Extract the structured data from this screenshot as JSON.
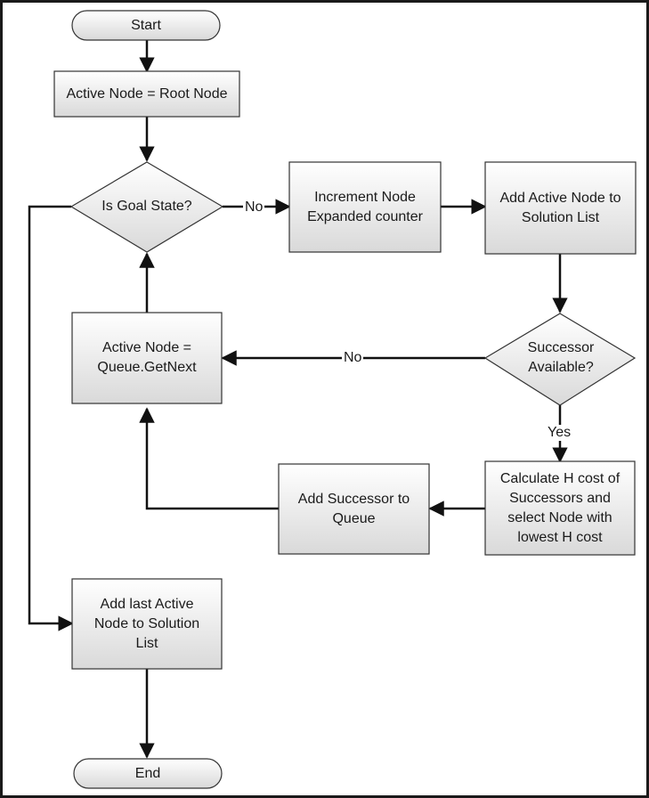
{
  "diagram": {
    "nodes": {
      "start": "Start",
      "active_root": "Active Node = Root Node",
      "goal_check": "Is Goal State?",
      "increment": "Increment Node\nExpanded counter",
      "add_solution": "Add Active Node to\nSolution List",
      "successor_check": "Successor\nAvailable?",
      "get_next": "Active Node =\nQueue.GetNext",
      "calc_h": "Calculate H cost of\nSuccessors  and\nselect Node with\nlowest H cost",
      "add_queue": "Add Successor to\nQueue",
      "add_last": "Add last Active\nNode to Solution\nList",
      "end": "End"
    },
    "edges": {
      "goal_no": "No",
      "successor_no": "No",
      "successor_yes": "Yes"
    }
  }
}
